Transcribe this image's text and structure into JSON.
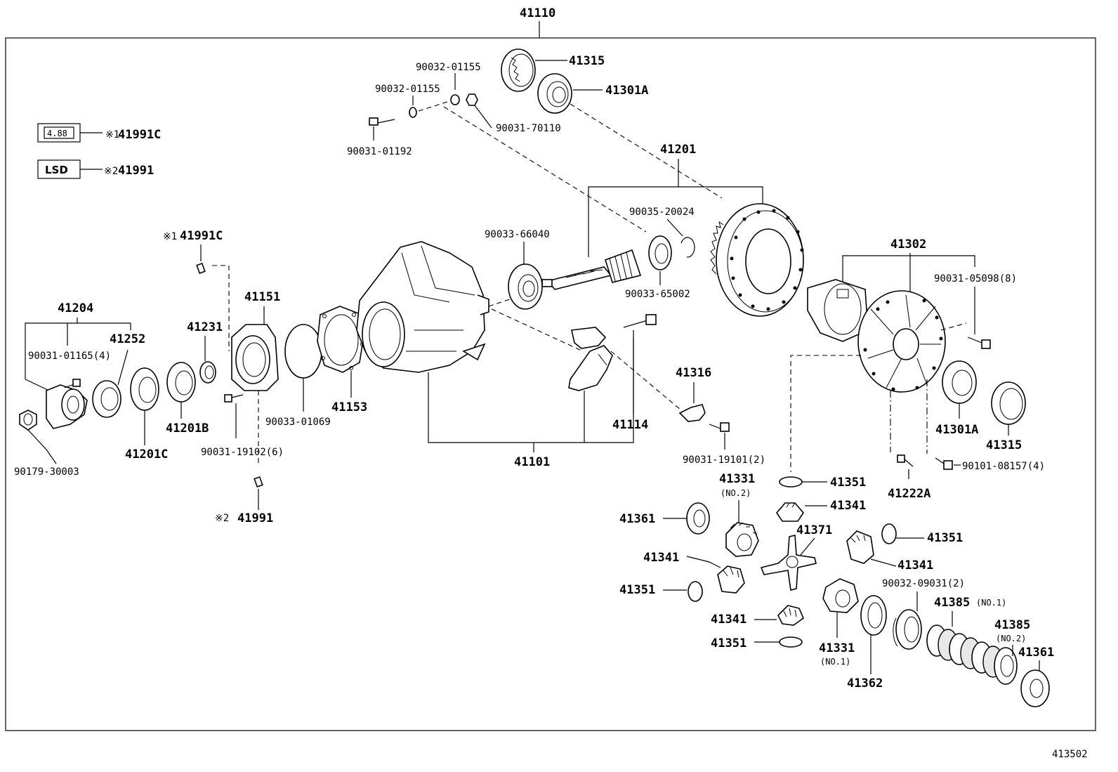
{
  "diagram": {
    "assembly_number": "41110",
    "figure_code": "413502",
    "legend": [
      {
        "box_text": "4.88",
        "mark": "※1",
        "part": "41991C"
      },
      {
        "box_text": "LSD",
        "mark": "※2",
        "part": "41991"
      }
    ],
    "callouts": {
      "p41315a": "41315",
      "p41301a_top": "41301A",
      "p90032_01155a": "90032-01155",
      "p90032_01155b": "90032-01155",
      "p90031_70110": "90031-70110",
      "p90031_01192": "90031-01192",
      "p41201": "41201",
      "p90035_20024": "90035-20024",
      "p90033_66040": "90033-66040",
      "p90033_65002": "90033-65002",
      "p41991C_mark": "※1",
      "p41991C": "41991C",
      "p41204": "41204",
      "p41252": "41252",
      "p90031_01165": "90031-01165(4)",
      "p41231": "41231",
      "p41151": "41151",
      "p41153": "41153",
      "p90033_01069": "90033-01069",
      "p41201B": "41201B",
      "p41201C": "41201C",
      "p90031_19102": "90031-19102(6)",
      "p90179_30003": "90179-30003",
      "p41991_mark": "※2",
      "p41991": "41991",
      "p41101": "41101",
      "p41114": "41114",
      "p41316": "41316",
      "p90031_19101": "90031-19101(2)",
      "p41302": "41302",
      "p90031_05098": "90031-05098(8)",
      "p41301A_bot": "41301A",
      "p41315_bot": "41315",
      "p41222A": "41222A",
      "p90101_08157": "90101-08157(4)",
      "p41351_a": "41351",
      "p41331_no2": "41331",
      "p41331_no2_sub": "(NO.2)",
      "p41341_a": "41341",
      "p41361_a": "41361",
      "p41371": "41371",
      "p41351_b": "41351",
      "p41341_b": "41341",
      "p41341_c": "41341",
      "p41351_c": "41351",
      "p90032_09031": "90032-09031(2)",
      "p41385_no1": "41385",
      "p41385_no1_sub": "(NO.1)",
      "p41385_no2": "41385",
      "p41385_no2_sub": "(NO.2)",
      "p41341_d": "41341",
      "p41351_d": "41351",
      "p41331_no1": "41331",
      "p41331_no1_sub": "(NO.1)",
      "p41362": "41362",
      "p41361_b": "41361"
    }
  }
}
